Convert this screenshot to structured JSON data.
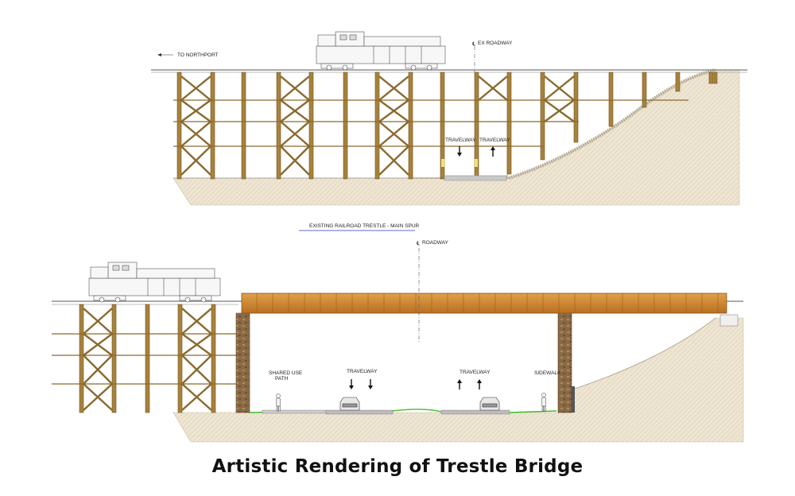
{
  "top_section": {
    "to_northport": "TO NORTHPORT",
    "centerline": "EX ROADWAY",
    "travelway_left": "TRAVELWAY",
    "travelway_right": "TRAVELWAY"
  },
  "section_caption": "EXISTING RAILROAD TRESTLE - MAIN SPUR",
  "bottom_section": {
    "centerline": "ROADWAY",
    "shared_use_path_line1": "SHARED USE",
    "shared_use_path_line2": "PATH",
    "travelway_left": "TRAVELWAY",
    "travelway_right": "TRAVELWAY",
    "sidewalk": "SIDEWALK"
  },
  "title": "Artistic Rendering of Trestle Bridge",
  "colors": {
    "timber": "#a8823a",
    "timber_dark": "#6e5220",
    "ground": "#ece3d1",
    "deck_orange": "#d1872d",
    "pier_stone": "#8a6a45",
    "grass": "#3fbf2a"
  }
}
